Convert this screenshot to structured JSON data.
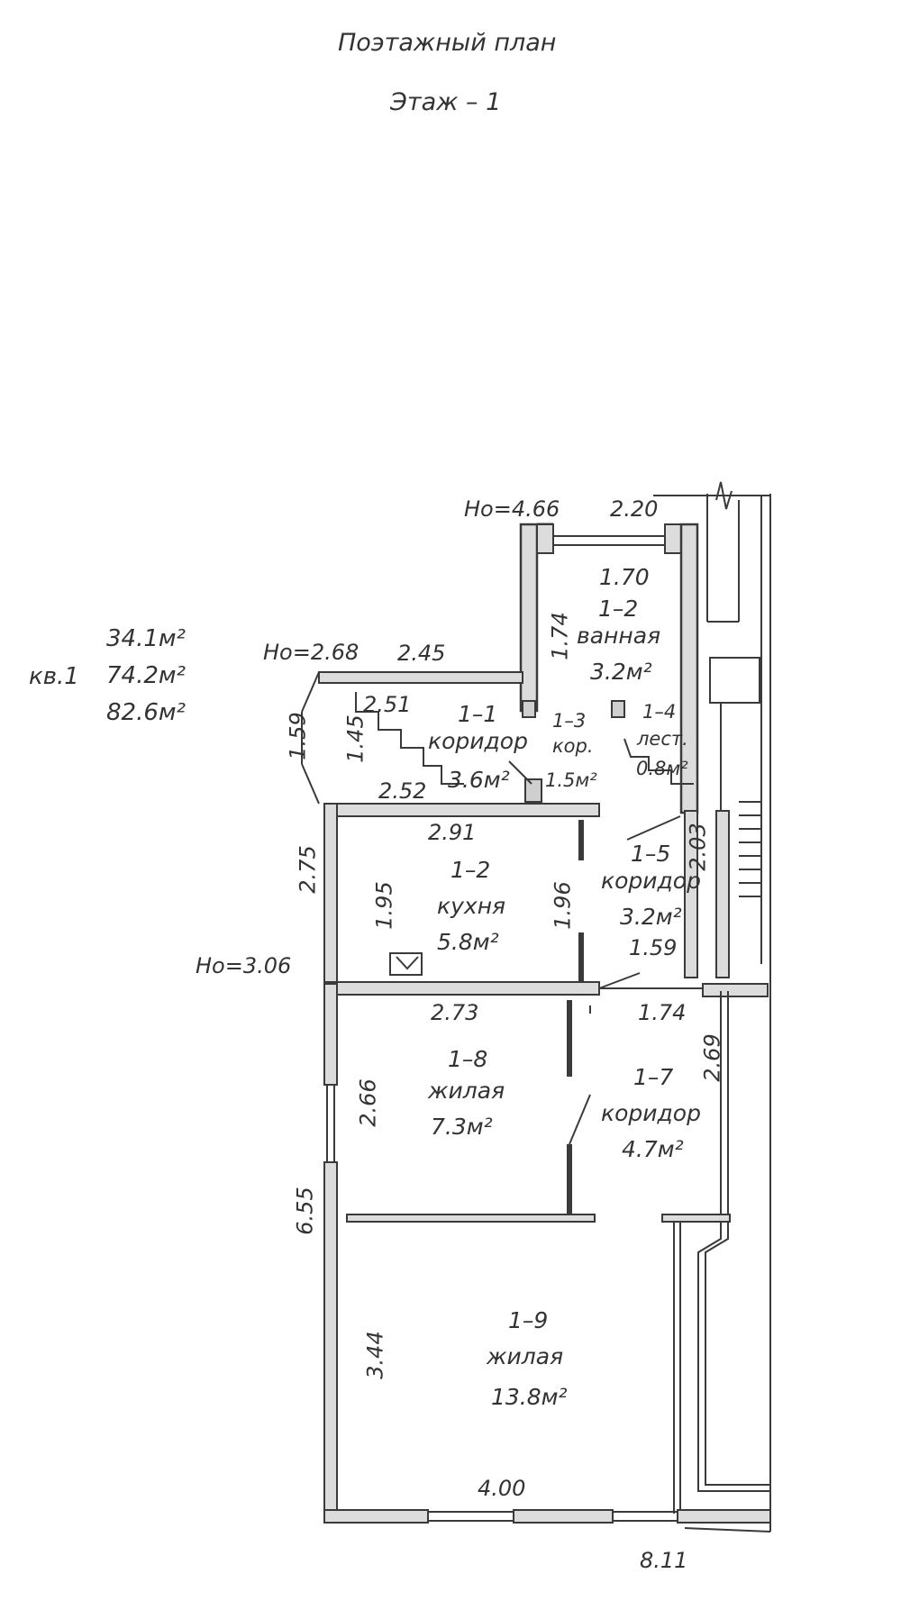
{
  "header": {
    "title": "Поэтажный план",
    "floor": "Этаж – 1"
  },
  "apartment": {
    "label": "кв.1",
    "areas": [
      "34.1м²",
      "74.2м²",
      "82.6м²"
    ]
  },
  "heights": {
    "h1": "Но=4.66",
    "h2": "Но=2.68",
    "h3": "Но=3.06"
  },
  "rooms": {
    "r12a": {
      "num": "1–2",
      "name": "ванная",
      "area": "3.2м²"
    },
    "r11": {
      "num": "1–1",
      "name": "коридор",
      "area": "3.6м²"
    },
    "r13": {
      "num": "1–3",
      "name": "кор.",
      "area": "1.5м²"
    },
    "r14": {
      "num": "1–4",
      "name": "лест.",
      "area": "0.8м²"
    },
    "r12b": {
      "num": "1–2",
      "name": "кухня",
      "area": "5.8м²"
    },
    "r15": {
      "num": "1–5",
      "name": "коридор",
      "area": "3.2м²"
    },
    "r18": {
      "num": "1–8",
      "name": "жилая",
      "area": "7.3м²"
    },
    "r17": {
      "num": "1–7",
      "name": "коридор",
      "area": "4.7м²"
    },
    "r19": {
      "num": "1–9",
      "name": "жилая",
      "area": "13.8м²"
    }
  },
  "dims": {
    "d220": "2.20",
    "d170": "1.70",
    "d174a": "1.74",
    "d245": "2.45",
    "d251": "2.51",
    "d159a": "1.59",
    "d145": "1.45",
    "d252": "2.52",
    "d291": "2.91",
    "d275": "2.75",
    "d195": "1.95",
    "d196": "1.96",
    "d203": "2.03",
    "d159b": "1.59",
    "d273": "2.73",
    "d174b": "1.74",
    "d269": "2.69",
    "d266": "2.66",
    "d655": "6.55",
    "d344": "3.44",
    "d400": "4.00",
    "d811": "8.11"
  }
}
